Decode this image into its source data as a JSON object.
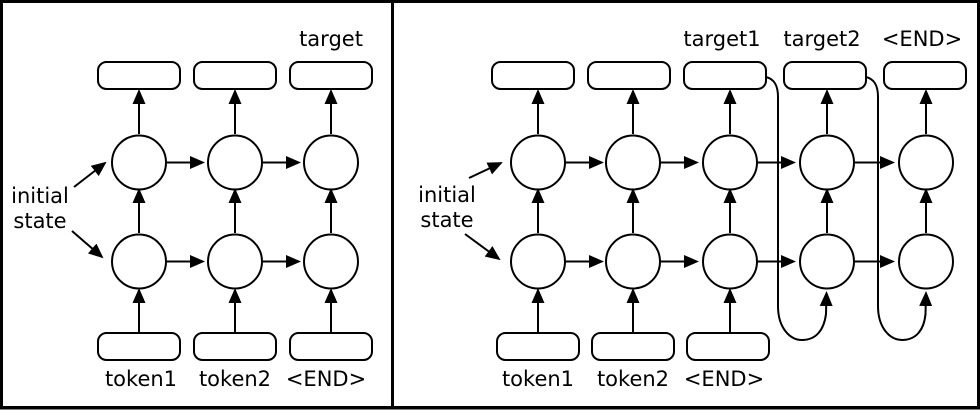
{
  "figure": {
    "kind": "two-panel RNN sequence diagram",
    "colors": {
      "stroke": "#000000",
      "background": "#ffffff"
    }
  },
  "left_panel": {
    "target_label": "target",
    "initial_state_lines": [
      "initial",
      "state"
    ],
    "token_labels": [
      "token1",
      "token2",
      "<END>"
    ]
  },
  "right_panel": {
    "target_labels": [
      "target1",
      "target2",
      "<END>"
    ],
    "initial_state_lines": [
      "initial",
      "state"
    ],
    "token_labels": [
      "token1",
      "token2",
      "<END>"
    ]
  }
}
